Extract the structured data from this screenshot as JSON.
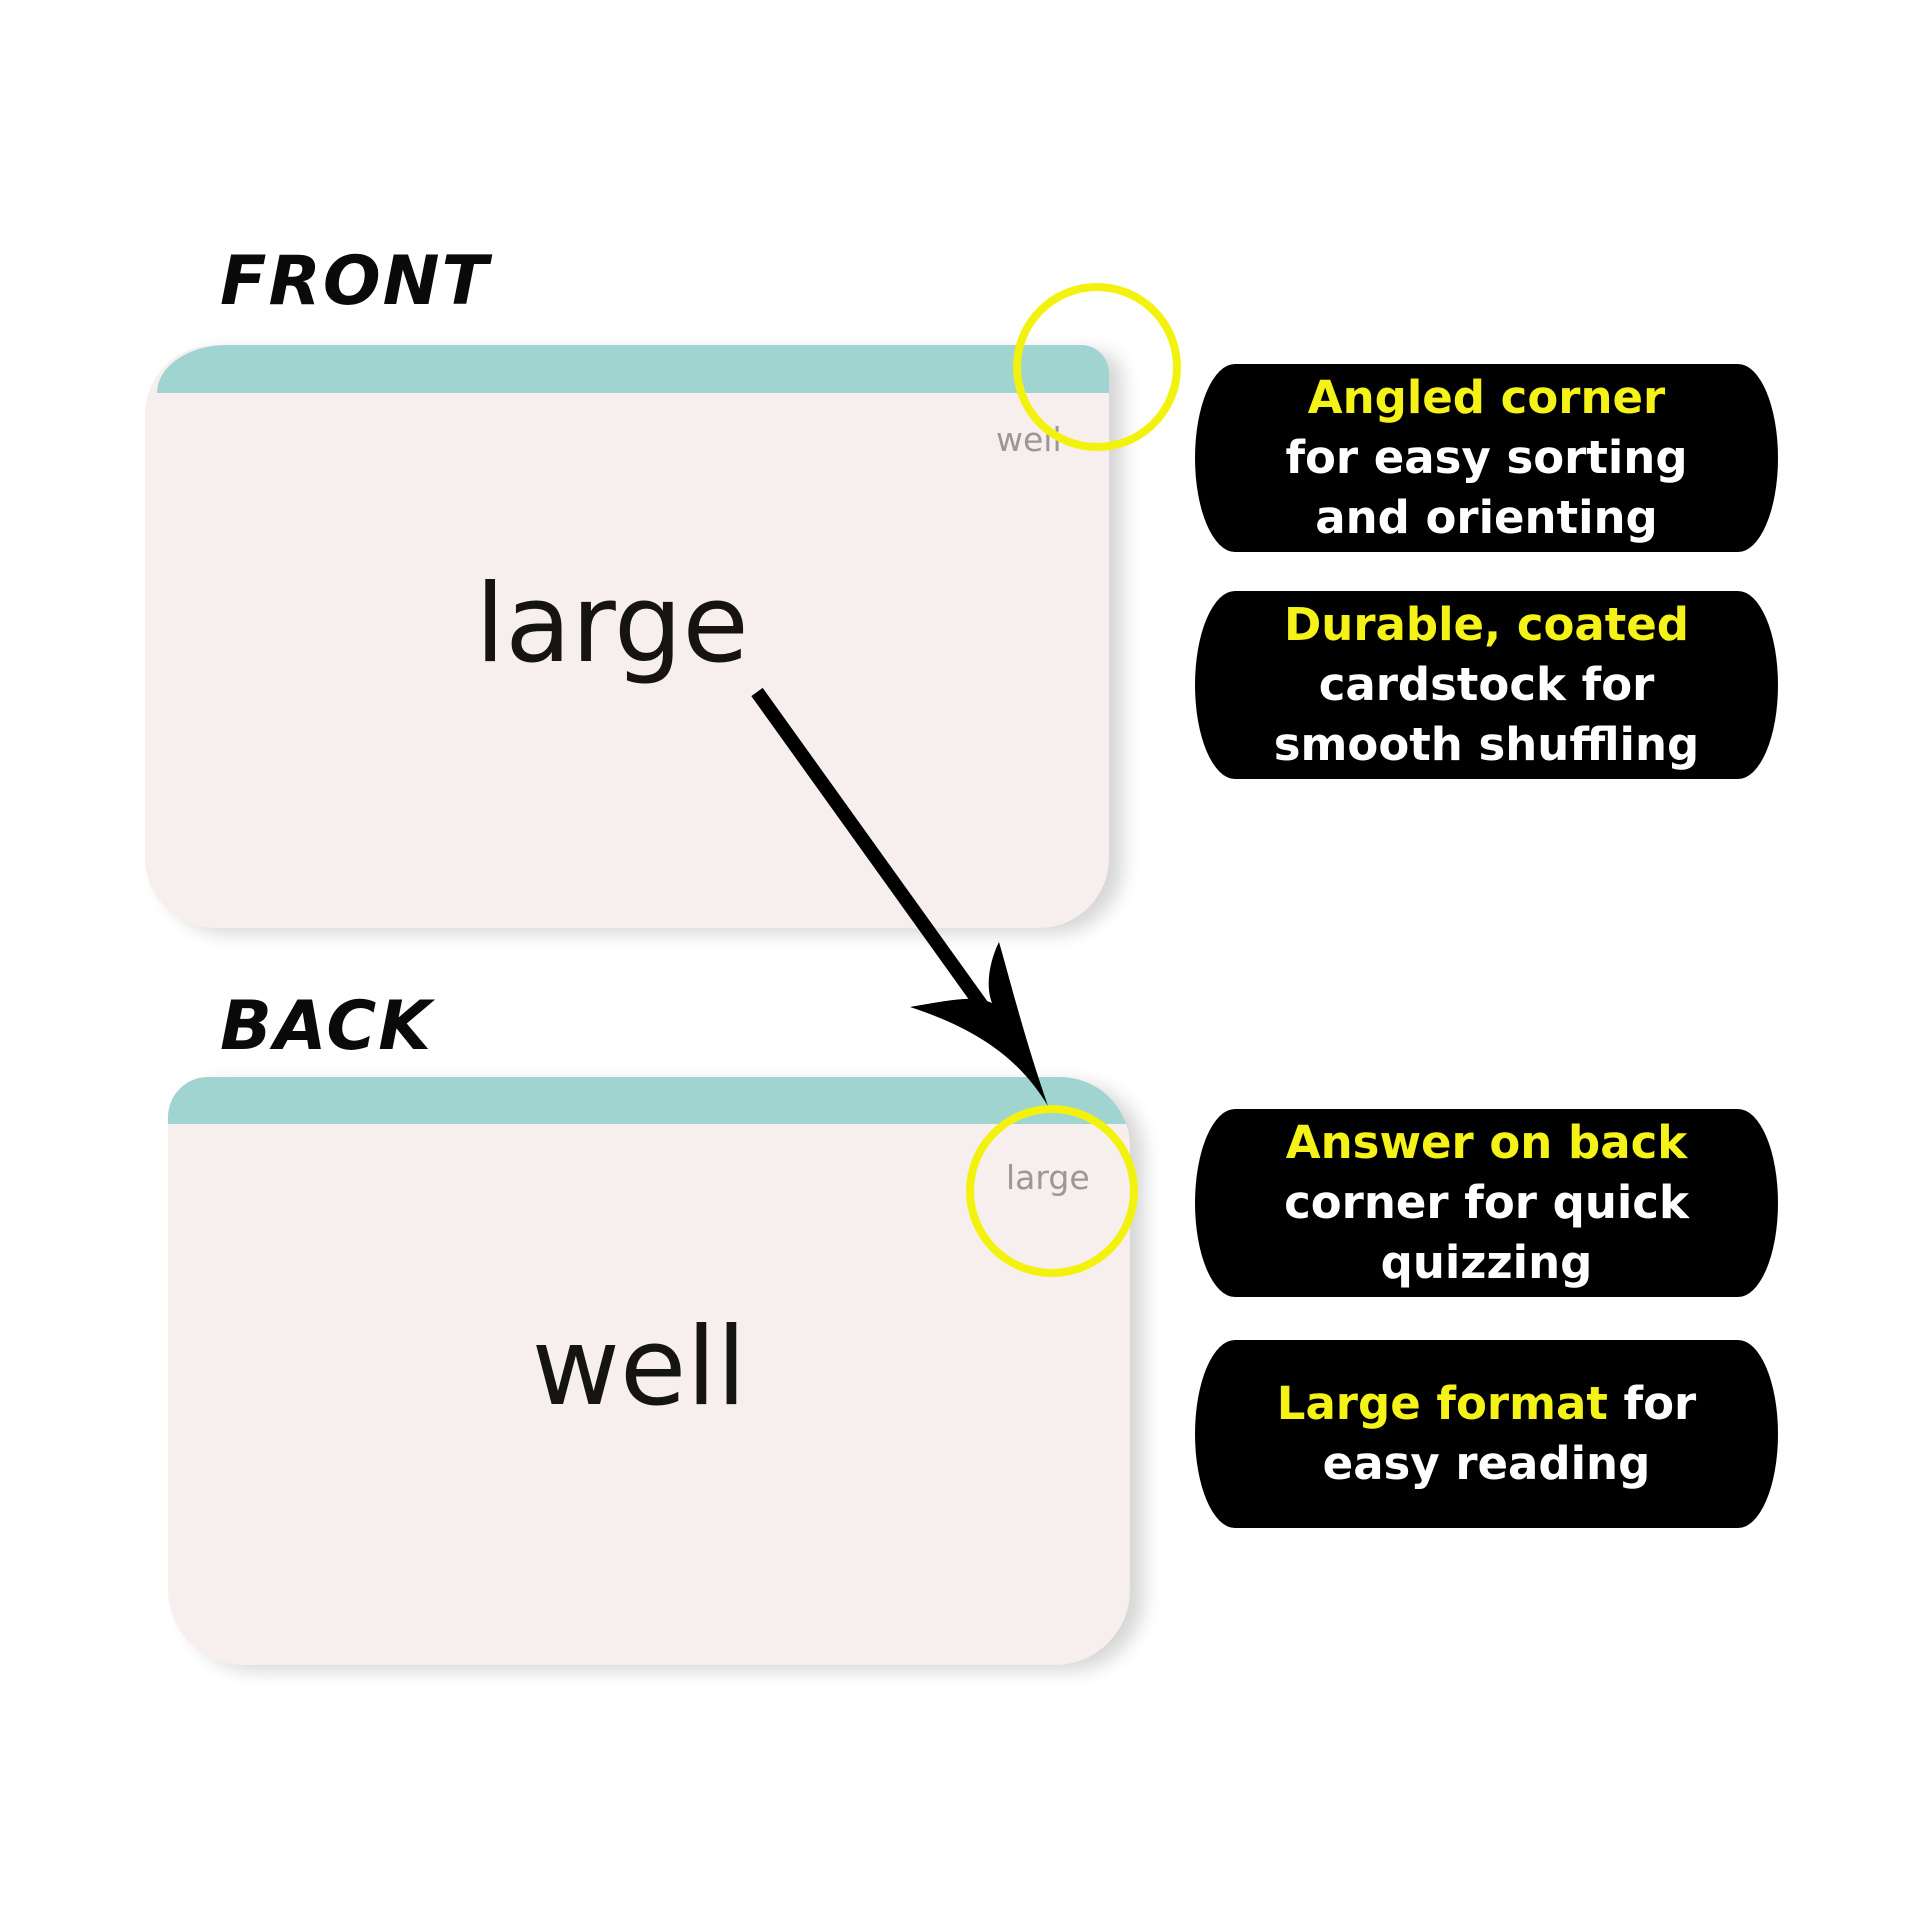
{
  "labels": {
    "front": "FRONT",
    "back": "BACK"
  },
  "front_card": {
    "word": "large",
    "corner_answer": "well",
    "band_color": "#9fd4d0"
  },
  "back_card": {
    "word": "well",
    "corner_answer": "large",
    "band_color": "#9fd4d0"
  },
  "annotations": {
    "circle_color": "#f3f20e",
    "arrow": "arrow-from-front-word-to-back-corner"
  },
  "features": [
    {
      "lines": [
        {
          "parts": [
            {
              "text": "Angled corner",
              "highlight": true
            }
          ]
        },
        {
          "parts": [
            {
              "text": "for easy sorting",
              "highlight": false
            }
          ]
        },
        {
          "parts": [
            {
              "text": "and orienting",
              "highlight": false
            }
          ]
        }
      ]
    },
    {
      "lines": [
        {
          "parts": [
            {
              "text": "Durable, coated",
              "highlight": true
            }
          ]
        },
        {
          "parts": [
            {
              "text": "cardstock for",
              "highlight": false
            }
          ]
        },
        {
          "parts": [
            {
              "text": "smooth shuffling",
              "highlight": false
            }
          ]
        }
      ]
    },
    {
      "lines": [
        {
          "parts": [
            {
              "text": "Answer on back",
              "highlight": true
            }
          ]
        },
        {
          "parts": [
            {
              "text": "corner for quick",
              "highlight": false
            }
          ]
        },
        {
          "parts": [
            {
              "text": "quizzing",
              "highlight": false
            }
          ]
        }
      ]
    },
    {
      "lines": [
        {
          "parts": [
            {
              "text": "Large format",
              "highlight": true
            },
            {
              "text": " for",
              "highlight": false
            }
          ]
        },
        {
          "parts": [
            {
              "text": "easy reading",
              "highlight": false
            }
          ]
        }
      ]
    }
  ],
  "colors": {
    "highlight_text": "#f5f218",
    "pill_background": "#000000",
    "card_face": "#f7efed"
  }
}
